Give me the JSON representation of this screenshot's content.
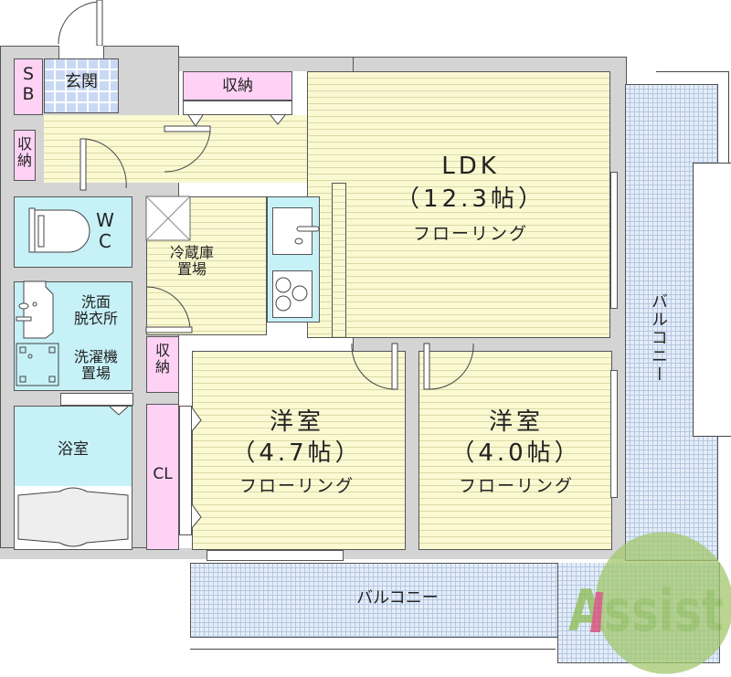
{
  "floor_plan": {
    "rooms": {
      "ldk": {
        "name": "LDK",
        "size": "（12.3帖）",
        "floor": "フローリング"
      },
      "western_room_1": {
        "name": "洋室",
        "size": "（4.7帖）",
        "floor": "フローリング"
      },
      "western_room_2": {
        "name": "洋室",
        "size": "（4.0帖）",
        "floor": "フローリング"
      },
      "entrance": {
        "name": "玄関"
      },
      "shoe_box": {
        "name": "S\nB"
      },
      "storage_top": {
        "name": "収納"
      },
      "storage_left": {
        "name": "収\n納"
      },
      "storage_middle": {
        "name": "収\n納"
      },
      "toilet": {
        "name": "W\nC"
      },
      "fridge_space": {
        "name": "冷蔵庫\n置場"
      },
      "washroom": {
        "name": "洗面\n脱衣所"
      },
      "washer_space": {
        "name": "洗濯機\n置場"
      },
      "bathroom": {
        "name": "浴室"
      },
      "closet": {
        "name": "CL"
      },
      "balcony_south": {
        "name": "バルコニー"
      },
      "balcony_east": {
        "name": "バルコニー"
      }
    },
    "watermark": {
      "text": "Assist",
      "color": "#8cbc50",
      "accent": "#d4436a"
    },
    "colors": {
      "floor": "#fbf9d2",
      "wet_area": "#c6f1f7",
      "storage": "#fdd2f5",
      "wall": "#d4d4d4",
      "balcony": "#e4edf8"
    }
  }
}
